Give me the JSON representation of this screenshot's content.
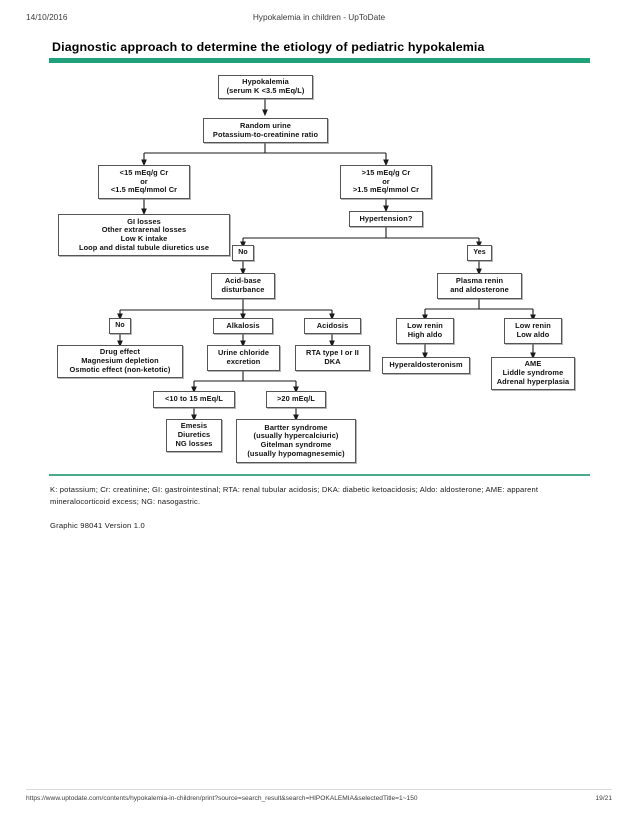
{
  "header": {
    "date": "14/10/2016",
    "doc_title": "Hypokalemia in children - UpToDate"
  },
  "graphic": {
    "title": "Diagnostic approach to determine the etiology of pediatric hypokalemia",
    "accent_color": "#21a179",
    "rule_color_bottom": "#4aab8a"
  },
  "footer": {
    "url": "https://www.uptodate.com/contents/hypokalemia-in-children/print?source=search_result&search=HIPOKALEMIA&selectedTitle=1~150",
    "page": "19/21"
  },
  "notes": {
    "abbreviations": "K: potassium; Cr: creatinine; GI: gastrointestinal; RTA: renal tubular acidosis; DKA: diabetic ketoacidosis; Aldo: aldosterone; AME: apparent mineralocorticoid excess; NG: nasogastric.",
    "graphic_id": "Graphic 98041 Version 1.0"
  },
  "chart_data": {
    "type": "diagram",
    "title": "Diagnostic approach to determine the etiology of pediatric hypokalemia",
    "nodes": [
      {
        "id": "n1",
        "label": "Hypokalemia\n(serum K <3.5 mEq/L)",
        "line1": "Hypokalemia",
        "line2": "(serum K <3.5 mEq/L)"
      },
      {
        "id": "n2",
        "label": "Random urine\nPotassium-to-creatinine ratio",
        "line1": "Random urine",
        "line2": "Potassium-to-creatinine ratio"
      },
      {
        "id": "n3",
        "label": "<15 mEq/g Cr\nor\n<1.5 mEq/mmol Cr",
        "line1": "<15 mEq/g Cr",
        "line2": "or",
        "line3": "<1.5 mEq/mmol Cr"
      },
      {
        "id": "n4",
        "label": ">15 mEq/g Cr\nor\n>1.5 mEq/mmol Cr",
        "line1": ">15 mEq/g Cr",
        "line2": "or",
        "line3": ">1.5 mEq/mmol Cr"
      },
      {
        "id": "n5",
        "label": "GI losses\nOther extrarenal losses\nLow K intake\nLoop and distal tubule diuretics use",
        "line1": "GI losses",
        "line2": "Other extrarenal losses",
        "line3": "Low K intake",
        "line4": "Loop and distal tubule diuretics use"
      },
      {
        "id": "n6",
        "label": "Hypertension?",
        "line1": "Hypertension?"
      },
      {
        "id": "n7",
        "label": "No",
        "line1": "No"
      },
      {
        "id": "n8",
        "label": "Yes",
        "line1": "Yes"
      },
      {
        "id": "n9",
        "label": "Acid-base\ndisturbance",
        "line1": "Acid-base",
        "line2": "disturbance"
      },
      {
        "id": "n10",
        "label": "Plasma renin\nand aldosterone",
        "line1": "Plasma renin",
        "line2": "and aldosterone"
      },
      {
        "id": "n11",
        "label": "No",
        "line1": "No"
      },
      {
        "id": "n12",
        "label": "Alkalosis",
        "line1": "Alkalosis"
      },
      {
        "id": "n13",
        "label": "Acidosis",
        "line1": "Acidosis"
      },
      {
        "id": "n14",
        "label": "Low renin\nHigh aldo",
        "line1": "Low renin",
        "line2": "High aldo"
      },
      {
        "id": "n15",
        "label": "Low renin\nLow aldo",
        "line1": "Low renin",
        "line2": "Low aldo"
      },
      {
        "id": "n16",
        "label": "Drug effect\nMagnesium depletion\nOsmotic effect (non-ketotic)",
        "line1": "Drug effect",
        "line2": "Magnesium depletion",
        "line3": "Osmotic effect (non-ketotic)"
      },
      {
        "id": "n17",
        "label": "Urine chloride\nexcretion",
        "line1": "Urine chloride",
        "line2": "excretion"
      },
      {
        "id": "n18",
        "label": "RTA type I or II\nDKA",
        "line1": "RTA type I or II",
        "line2": "DKA"
      },
      {
        "id": "n19",
        "label": "Hyperaldosteronism",
        "line1": "Hyperaldosteronism"
      },
      {
        "id": "n20",
        "label": "AME\nLiddle syndrome\nAdrenal hyperplasia",
        "line1": "AME",
        "line2": "Liddle syndrome",
        "line3": "Adrenal hyperplasia"
      },
      {
        "id": "n21",
        "label": "<10 to 15 mEq/L",
        "line1": "<10 to 15 mEq/L"
      },
      {
        "id": "n22",
        "label": ">20 mEq/L",
        "line1": ">20 mEq/L"
      },
      {
        "id": "n23",
        "label": "Emesis\nDiuretics\nNG losses",
        "line1": "Emesis",
        "line2": "Diuretics",
        "line3": "NG losses"
      },
      {
        "id": "n24",
        "label": "Bartter syndrome\n(usually hypercalciuric)\nGitelman syndrome\n(usually hypomagnesemic)",
        "line1": "Bartter syndrome",
        "line2": "(usually hypercalciuric)",
        "line3": "Gitelman syndrome",
        "line4": "(usually hypomagnesemic)"
      }
    ],
    "edges": [
      {
        "from": "n1",
        "to": "n2"
      },
      {
        "from": "n2",
        "to": "n3"
      },
      {
        "from": "n2",
        "to": "n4"
      },
      {
        "from": "n3",
        "to": "n5"
      },
      {
        "from": "n4",
        "to": "n6"
      },
      {
        "from": "n6",
        "to": "n7",
        "label": "No"
      },
      {
        "from": "n6",
        "to": "n8",
        "label": "Yes"
      },
      {
        "from": "n7",
        "to": "n9"
      },
      {
        "from": "n8",
        "to": "n10"
      },
      {
        "from": "n9",
        "to": "n11",
        "label": "No"
      },
      {
        "from": "n9",
        "to": "n12",
        "label": "Alkalosis"
      },
      {
        "from": "n9",
        "to": "n13",
        "label": "Acidosis"
      },
      {
        "from": "n10",
        "to": "n14"
      },
      {
        "from": "n10",
        "to": "n15"
      },
      {
        "from": "n11",
        "to": "n16"
      },
      {
        "from": "n12",
        "to": "n17"
      },
      {
        "from": "n13",
        "to": "n18"
      },
      {
        "from": "n14",
        "to": "n19"
      },
      {
        "from": "n15",
        "to": "n20"
      },
      {
        "from": "n17",
        "to": "n21"
      },
      {
        "from": "n17",
        "to": "n22"
      },
      {
        "from": "n21",
        "to": "n23"
      },
      {
        "from": "n22",
        "to": "n24"
      }
    ]
  }
}
